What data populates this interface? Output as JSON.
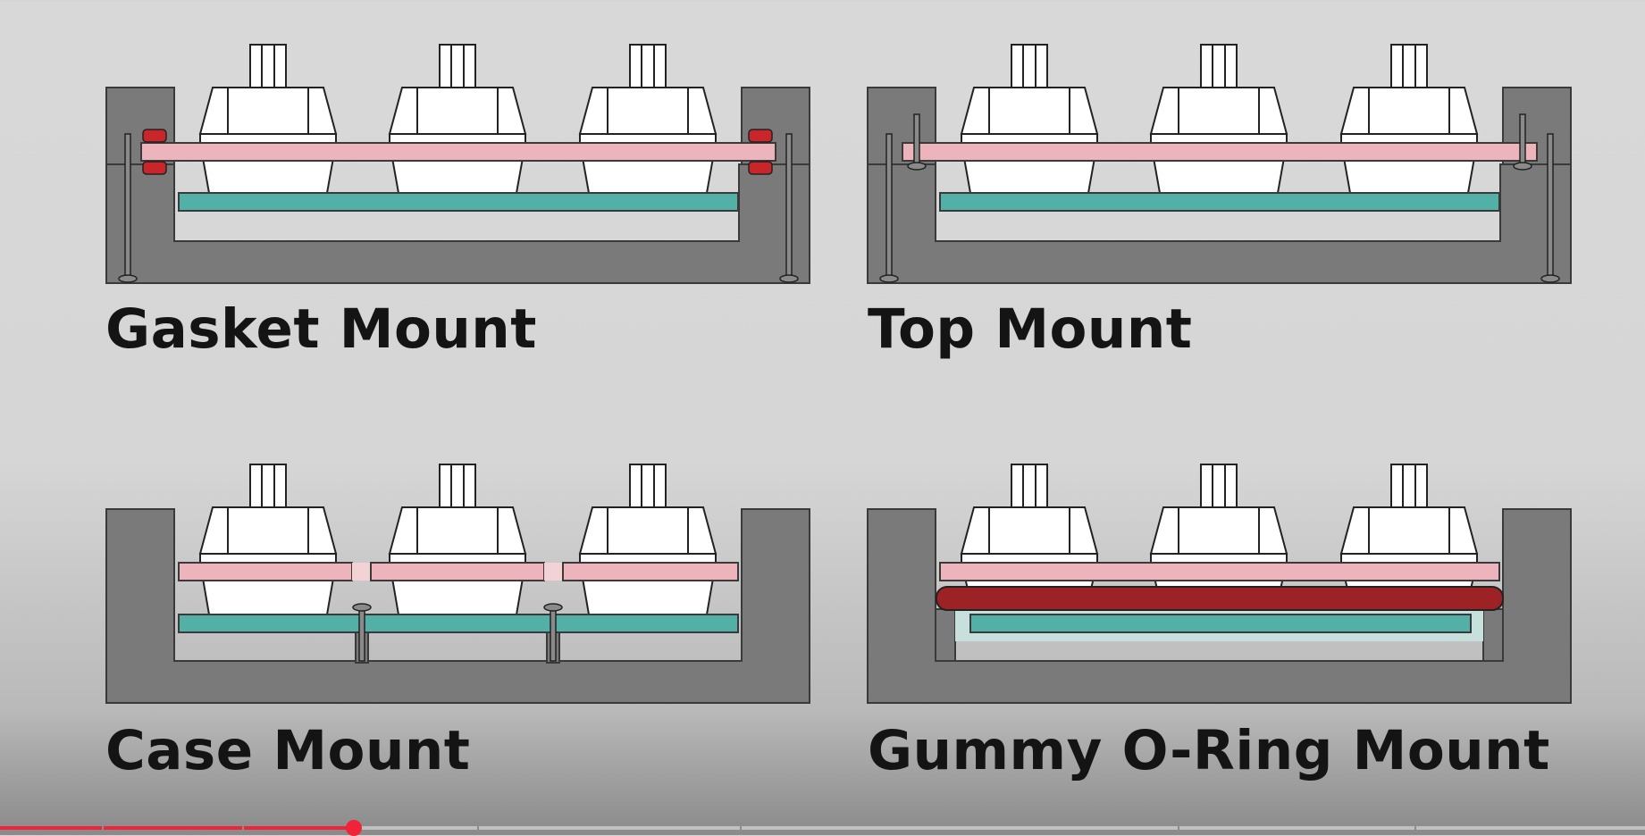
{
  "colors": {
    "case": "#7a7a7a",
    "case_stroke": "#3a3a3a",
    "plate": "#eeb4bb",
    "pcb": "#53b0a7",
    "gasket": "#c8262a",
    "oring": "#9c2226",
    "switch": "#ffffff",
    "progress_played": "#f0233a",
    "progress_track": "#ffffff"
  },
  "panels": [
    {
      "id": "gasket",
      "title": "Gasket Mount"
    },
    {
      "id": "top",
      "title": "Top Mount"
    },
    {
      "id": "case",
      "title": "Case Mount"
    },
    {
      "id": "oring",
      "title": "Gummy O-Ring Mount"
    }
  ],
  "video_progress": {
    "played_fraction": 0.215,
    "loaded_fraction": 0.235,
    "chapter_count": 7
  }
}
